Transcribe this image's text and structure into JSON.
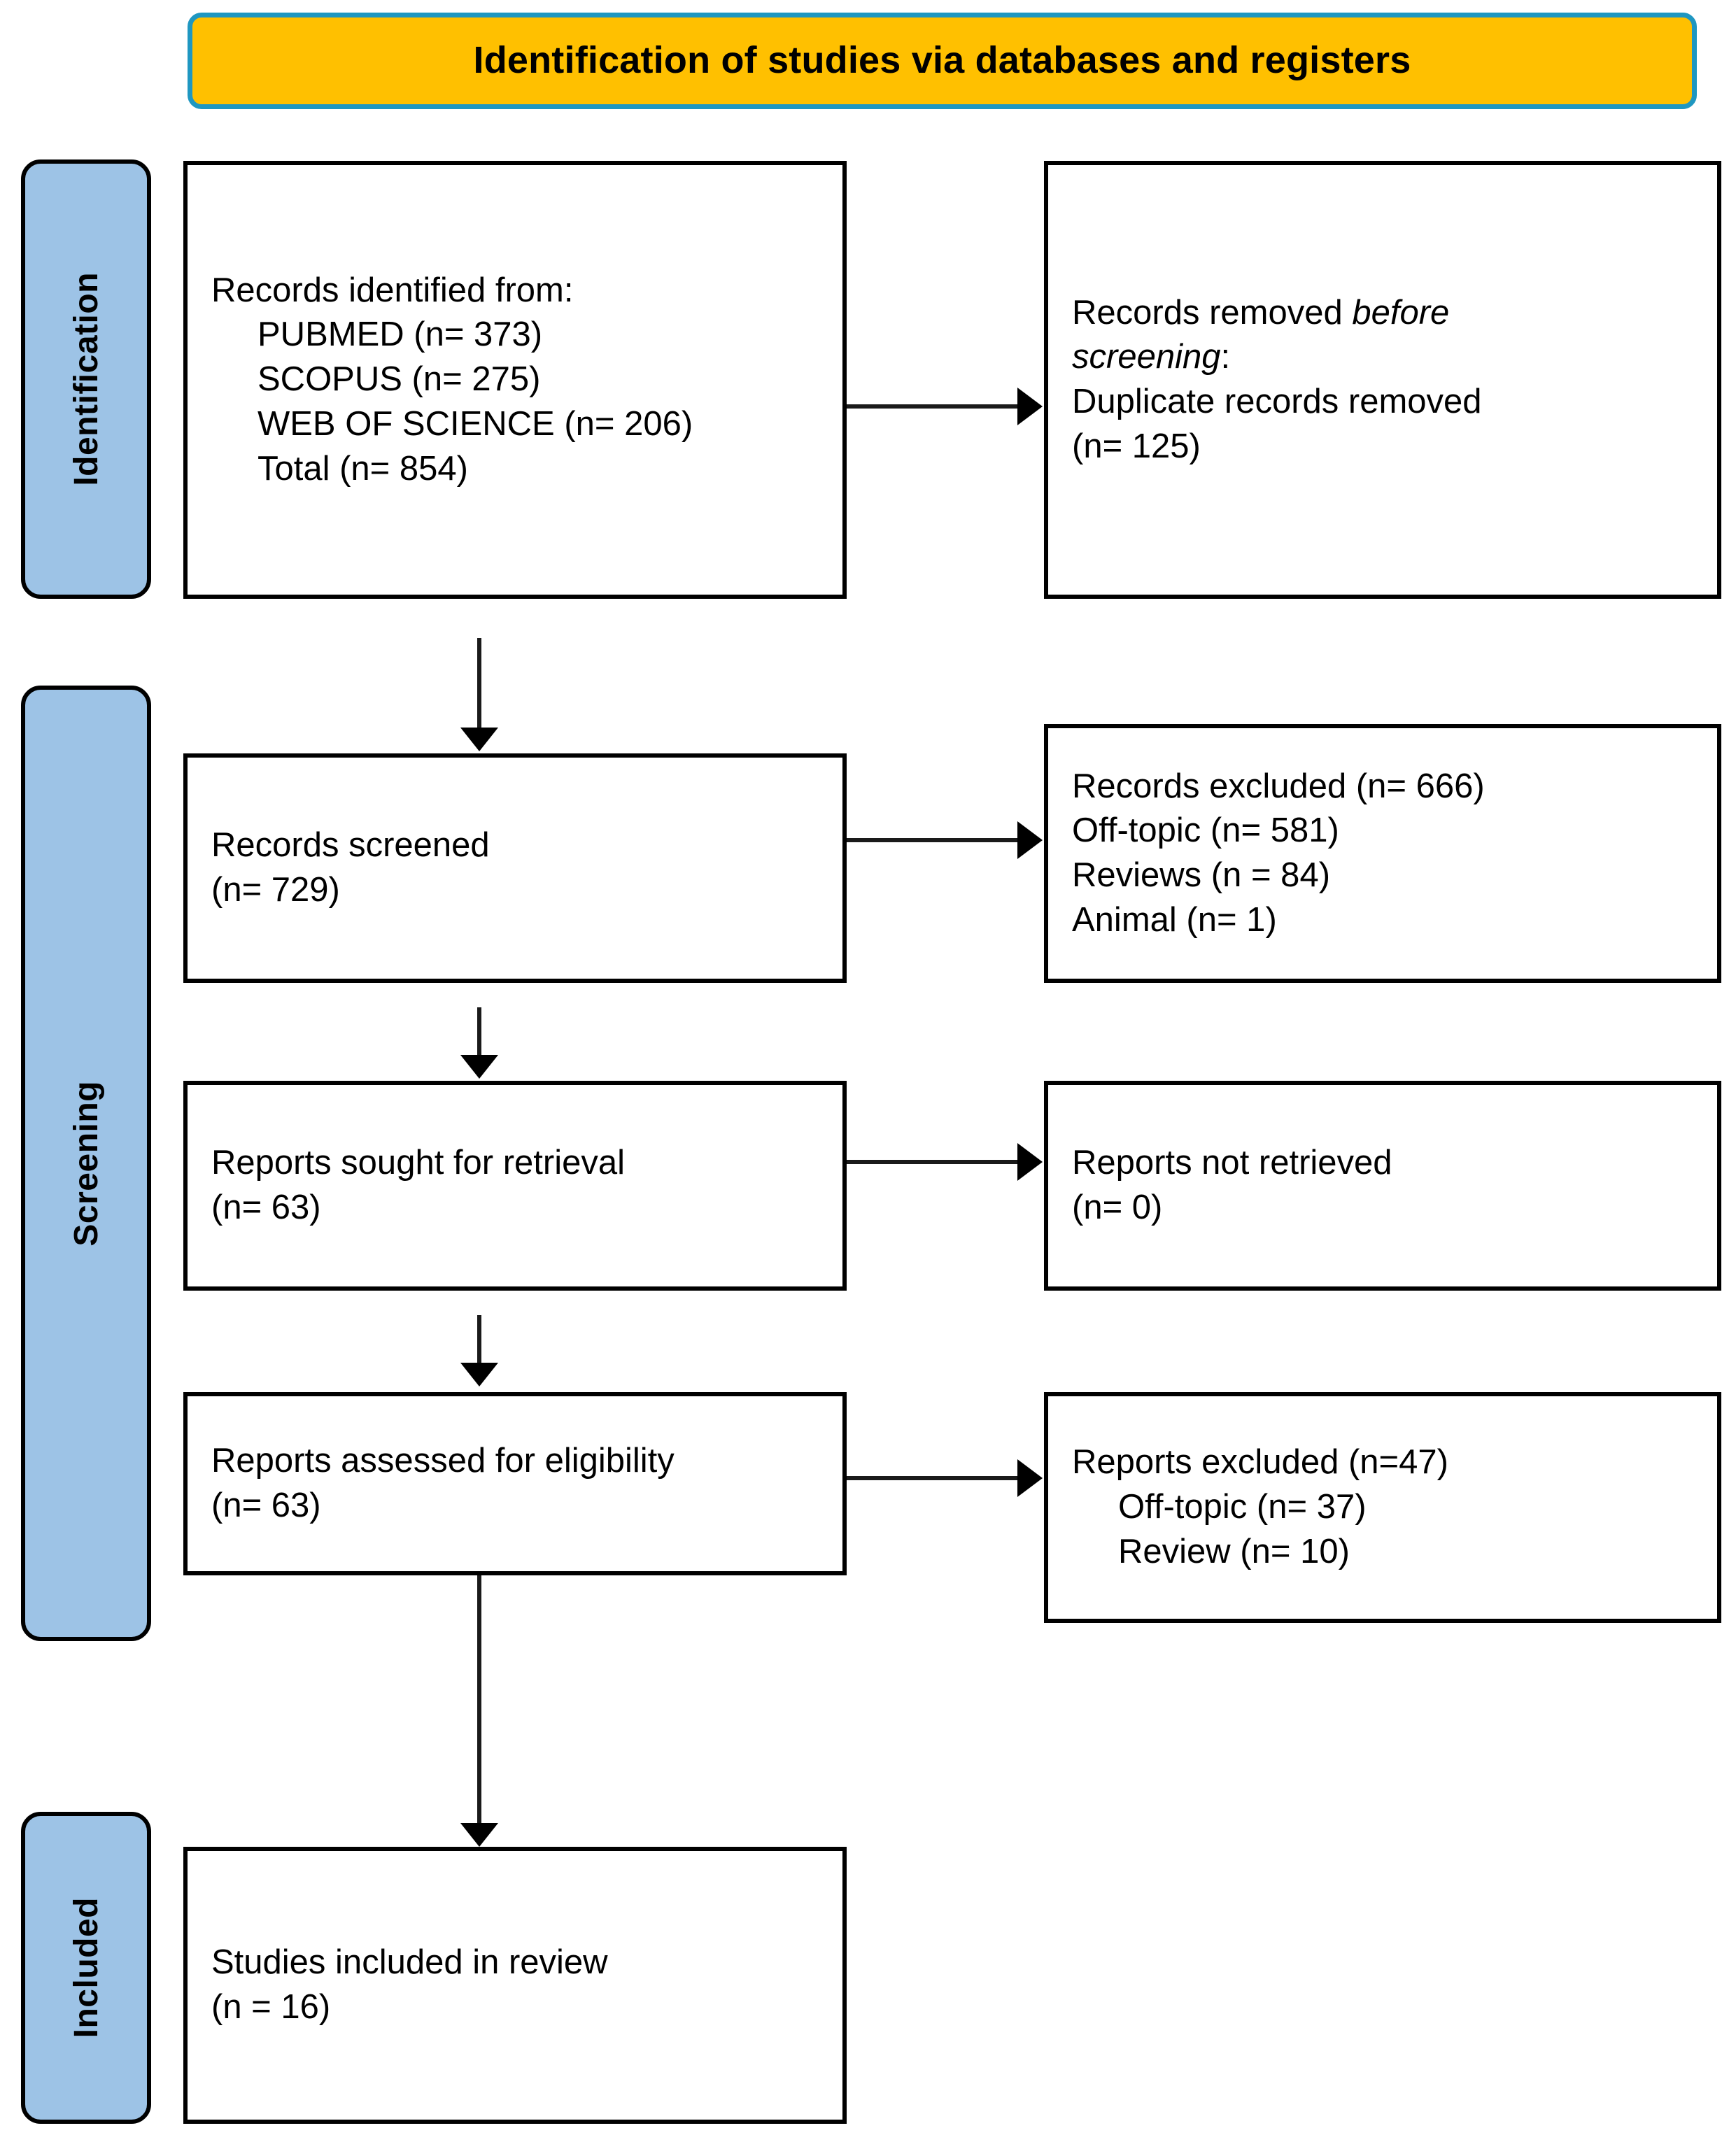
{
  "banner": {
    "title": "Identification of studies via databases and registers",
    "fill": "#FFC000",
    "border": "#1F97C1"
  },
  "stages": [
    {
      "key": "identification",
      "label": "Identification",
      "fill": "#9DC3E6"
    },
    {
      "key": "screening",
      "label": "Screening",
      "fill": "#9DC3E6"
    },
    {
      "key": "included",
      "label": "Included",
      "fill": "#9DC3E6"
    }
  ],
  "boxes": {
    "records_identified": {
      "lines": [
        "Records identified from:",
        "PUBMED (n= 373)",
        "SCOPUS (n= 275)",
        "WEB OF SCIENCE (n= 206)",
        "Total (n= 854)"
      ]
    },
    "records_removed": {
      "line1_plain": "Records removed ",
      "line1_italic": "before",
      "line2_italic": "screening",
      "line2_plain": ":",
      "line3": "Duplicate records removed",
      "line4": "(n= 125)"
    },
    "records_screened": {
      "lines": [
        "Records screened",
        "(n= 729)"
      ]
    },
    "records_excluded": {
      "lines": [
        "Records excluded (n= 666)",
        "Off-topic (n= 581)",
        "Reviews (n = 84)",
        "Animal (n= 1)"
      ]
    },
    "reports_sought": {
      "lines": [
        "Reports sought for retrieval",
        "(n= 63)"
      ]
    },
    "reports_not_retrieved": {
      "lines": [
        "Reports not retrieved",
        "(n= 0)"
      ]
    },
    "reports_assessed": {
      "lines": [
        "Reports assessed for eligibility",
        "(n= 63)"
      ]
    },
    "reports_excluded": {
      "lines": [
        "Reports excluded (n=47)",
        "Off-topic (n= 37)",
        "Review (n= 10)"
      ]
    },
    "studies_included": {
      "lines": [
        "Studies included in review",
        "(n = 16)"
      ]
    }
  },
  "chart_data": {
    "type": "diagram",
    "title": "Identification of studies via databases and registers",
    "nodes": [
      {
        "id": "records_identified",
        "stage": "Identification",
        "label": "Records identified from",
        "counts": {
          "PUBMED": 373,
          "SCOPUS": 275,
          "WEB OF SCIENCE": 206,
          "Total": 854
        }
      },
      {
        "id": "records_removed",
        "stage": "Identification",
        "label": "Records removed before screening: Duplicate records removed",
        "n": 125
      },
      {
        "id": "records_screened",
        "stage": "Screening",
        "label": "Records screened",
        "n": 729
      },
      {
        "id": "records_excluded",
        "stage": "Screening",
        "label": "Records excluded",
        "n": 666,
        "breakdown": {
          "Off-topic": 581,
          "Reviews": 84,
          "Animal": 1
        }
      },
      {
        "id": "reports_sought",
        "stage": "Screening",
        "label": "Reports sought for retrieval",
        "n": 63
      },
      {
        "id": "reports_not_retrieved",
        "stage": "Screening",
        "label": "Reports not retrieved",
        "n": 0
      },
      {
        "id": "reports_assessed",
        "stage": "Screening",
        "label": "Reports assessed for eligibility",
        "n": 63
      },
      {
        "id": "reports_excluded",
        "stage": "Screening",
        "label": "Reports excluded",
        "n": 47,
        "breakdown": {
          "Off-topic": 37,
          "Review": 10
        }
      },
      {
        "id": "studies_included",
        "stage": "Included",
        "label": "Studies included in review",
        "n": 16
      }
    ],
    "edges": [
      {
        "from": "records_identified",
        "to": "records_removed",
        "direction": "right"
      },
      {
        "from": "records_identified",
        "to": "records_screened",
        "direction": "down"
      },
      {
        "from": "records_screened",
        "to": "records_excluded",
        "direction": "right"
      },
      {
        "from": "records_screened",
        "to": "reports_sought",
        "direction": "down"
      },
      {
        "from": "reports_sought",
        "to": "reports_not_retrieved",
        "direction": "right"
      },
      {
        "from": "reports_sought",
        "to": "reports_assessed",
        "direction": "down"
      },
      {
        "from": "reports_assessed",
        "to": "reports_excluded",
        "direction": "right"
      },
      {
        "from": "reports_assessed",
        "to": "studies_included",
        "direction": "down"
      }
    ]
  }
}
